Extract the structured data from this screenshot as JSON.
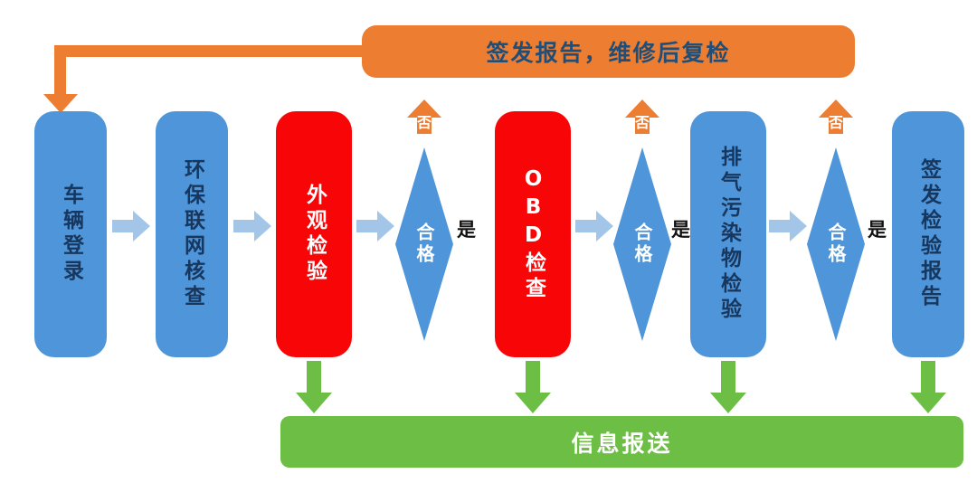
{
  "colors": {
    "process_blue": "#4E95D9",
    "process_red": "#F80507",
    "connector_blue": "#A3C6E8",
    "banner_orange": "#ED7D31",
    "banner_green": "#6CBE45",
    "text_dark_blue": "#1F4E79",
    "node_text_dark": "#17375E"
  },
  "top_banner": {
    "label": "签发报告，维修后复检"
  },
  "bottom_banner": {
    "label": "信息报送"
  },
  "decision_labels": {
    "yes": "是",
    "no": "否"
  },
  "nodes": [
    {
      "id": "vehicle-login",
      "label": "车辆登录",
      "kind": "process"
    },
    {
      "id": "env-network-check",
      "label": "环保联网核查",
      "kind": "process"
    },
    {
      "id": "appearance-inspection",
      "label": "外观检验",
      "kind": "process-critical"
    },
    {
      "id": "obd-check",
      "label": "OBD检查",
      "kind": "process-critical"
    },
    {
      "id": "exhaust-pollutant-inspection",
      "label": "排气污染物检验",
      "kind": "process"
    },
    {
      "id": "issue-inspection-report",
      "label": "签发检验报告",
      "kind": "process"
    }
  ],
  "decisions": [
    {
      "id": "pass-check-1",
      "label": "合格"
    },
    {
      "id": "pass-check-2",
      "label": "合格"
    },
    {
      "id": "pass-check-3",
      "label": "合格"
    }
  ]
}
